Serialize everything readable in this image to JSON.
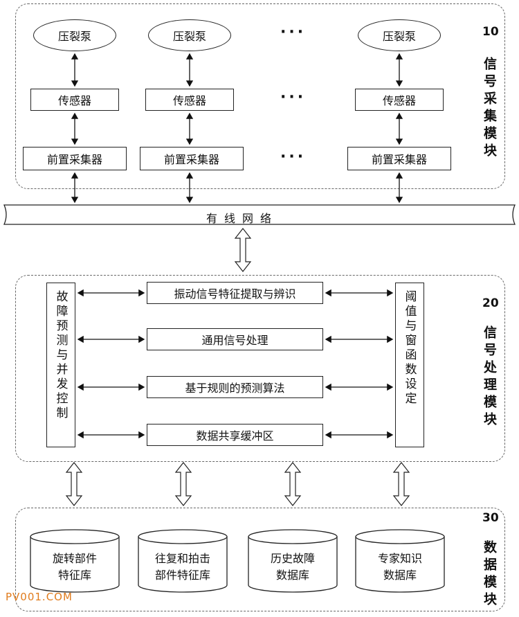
{
  "module10": {
    "number": "10",
    "name": "信号采集模块",
    "pump_label": "压裂泵",
    "sensor_label": "传感器",
    "collector_label": "前置采集器",
    "ellipsis": "···"
  },
  "network": {
    "label": "有线网络"
  },
  "module20": {
    "number": "20",
    "name": "信号处理模块",
    "left_box": "故障预测与并发控制",
    "right_box": "阈值与窗函数设定",
    "center_boxes": [
      "振动信号特征提取与辨识",
      "通用信号处理",
      "基于规则的预测算法",
      "数据共享缓冲区"
    ]
  },
  "module30": {
    "number": "30",
    "name": "数据模块",
    "databases": [
      [
        "旋转部件",
        "特征库"
      ],
      [
        "往复和拍击",
        "部件特征库"
      ],
      [
        "历史故障",
        "数据库"
      ],
      [
        "专家知识",
        "数据库"
      ]
    ]
  },
  "watermark": "PV001.COM"
}
